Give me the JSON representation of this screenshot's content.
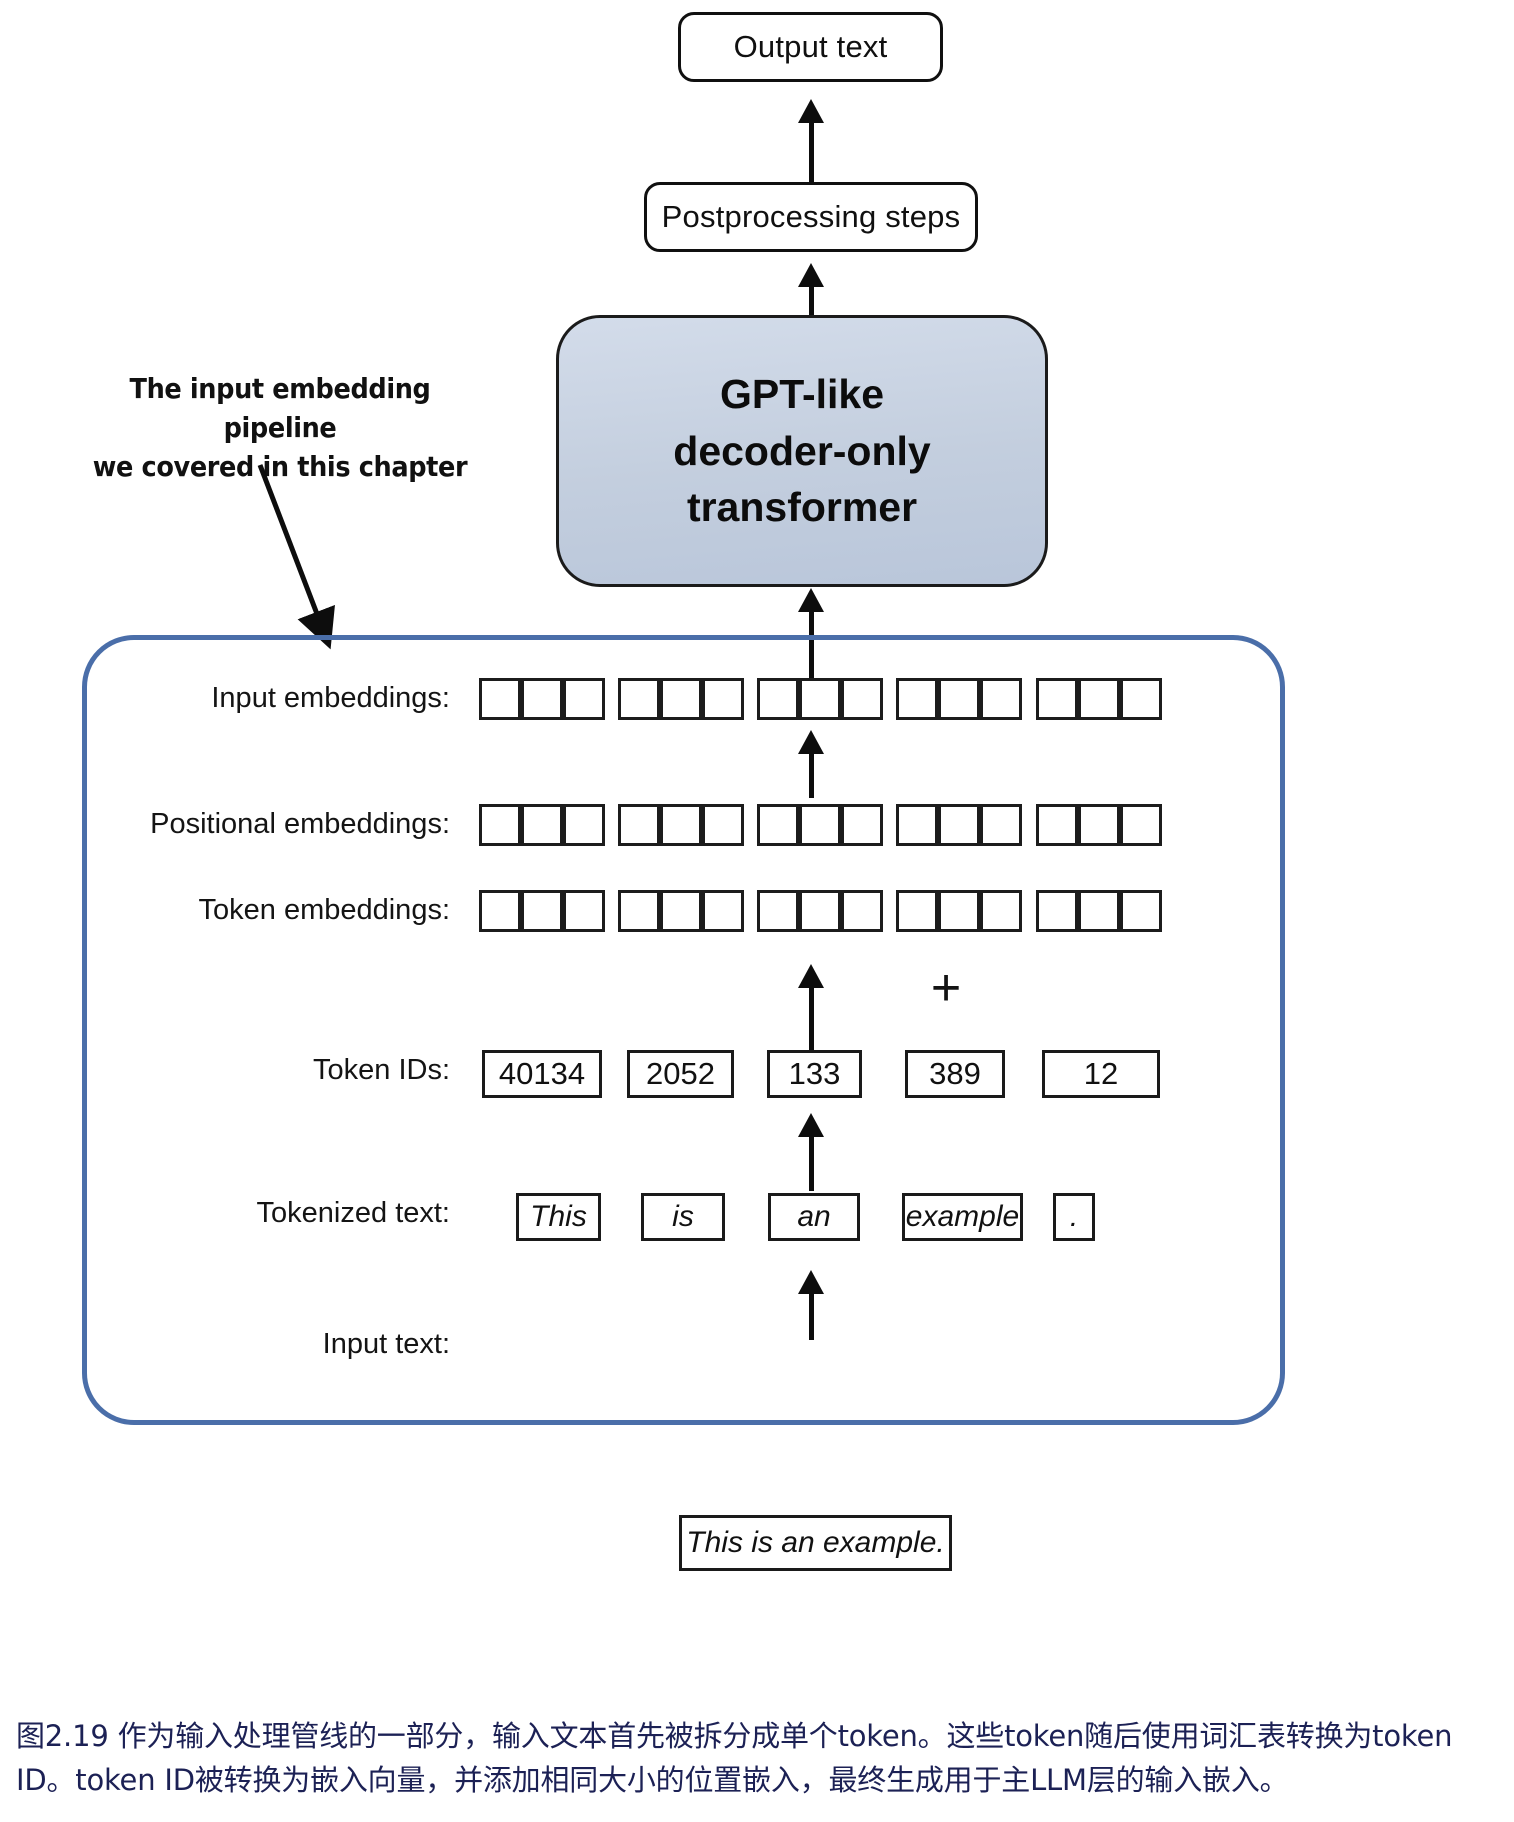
{
  "figure": {
    "output_text_label": "Output text",
    "postprocessing_label": "Postprocessing steps",
    "gpt_block_label": "GPT-like\ndecoder-only\ntransformer",
    "annotation": "The input embedding pipeline\nwe covered in this chapter",
    "plus_symbol": "+",
    "caption": "图2.19 作为输入处理管线的一部分，输入文本首先被拆分成单个token。这些token随后使用词汇表转换为token ID。token ID被转换为嵌入向量，并添加相同大小的位置嵌入，最终生成用于主LLM层的输入嵌入。"
  },
  "rows": {
    "input_embeddings_label": "Input embeddings:",
    "positional_embeddings_label": "Positional embeddings:",
    "token_embeddings_label": "Token embeddings:",
    "token_ids_label": "Token IDs:",
    "tokenized_text_label": "Tokenized text:",
    "input_text_label": "Input text:"
  },
  "embeddings": {
    "cells_per_group": 3,
    "groups": 5
  },
  "token_ids": [
    "40134",
    "2052",
    "133",
    "389",
    "12"
  ],
  "tokens": [
    "This",
    "is",
    "an",
    "example",
    "."
  ],
  "input_text": "This is an example.",
  "colors": {
    "container_border": "#4a6ea9",
    "gpt_fill": "#c6d1e2",
    "stroke": "#111111",
    "caption_text": "#1c2155"
  }
}
